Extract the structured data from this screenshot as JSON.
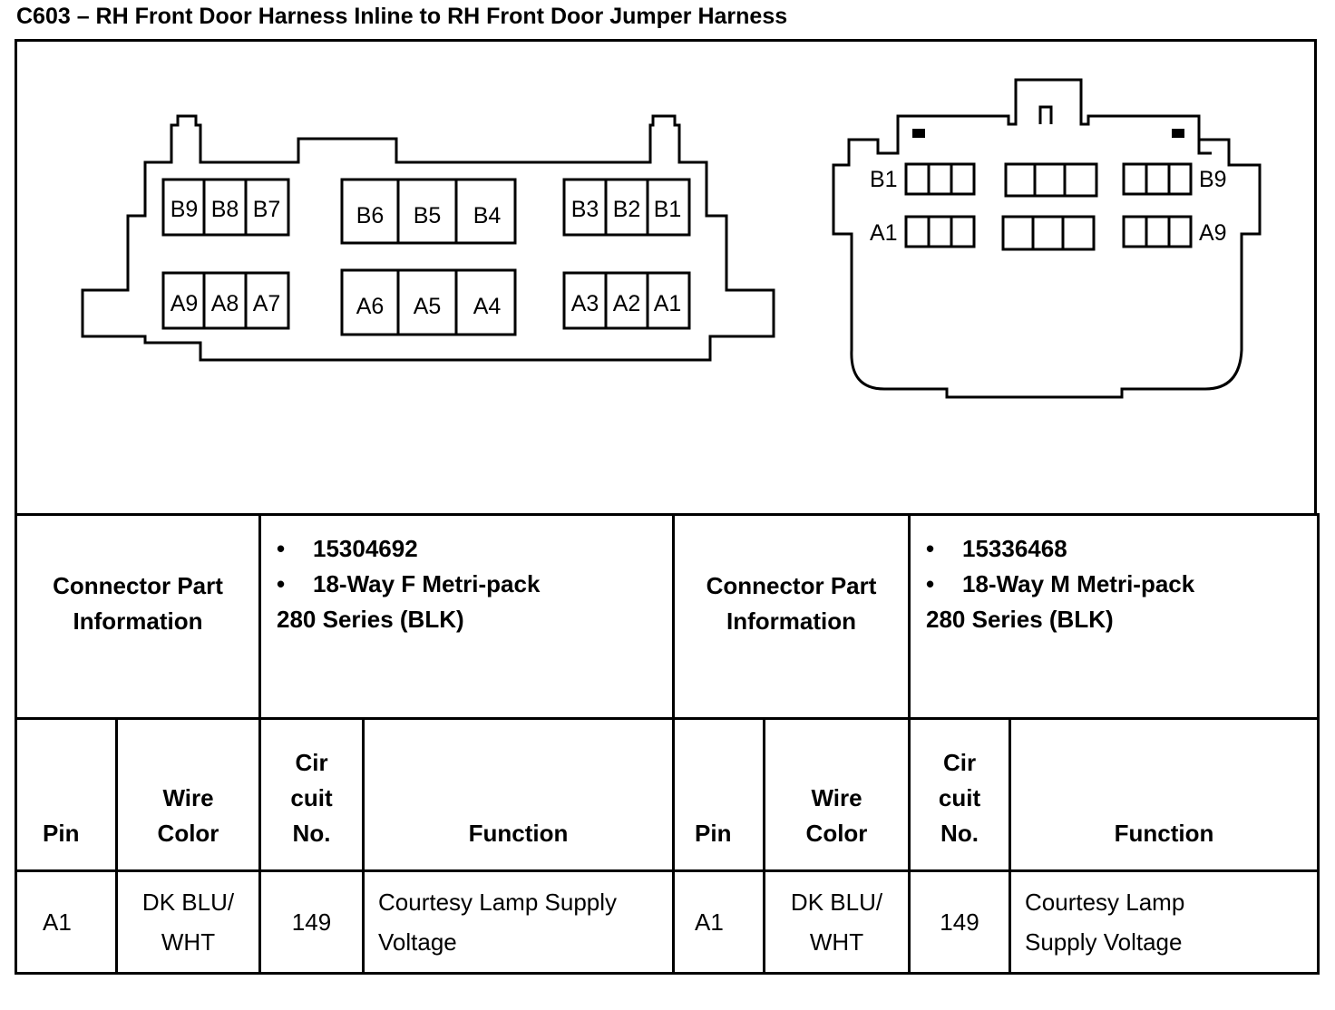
{
  "title": "C603 – RH Front Door Harness Inline to RH Front Door Jumper Harness",
  "female_connector": {
    "rows": [
      [
        "B9",
        "B8",
        "B7",
        "B6",
        "B5",
        "B4",
        "B3",
        "B2",
        "B1"
      ],
      [
        "A9",
        "A8",
        "A7",
        "A6",
        "A5",
        "A4",
        "A3",
        "A2",
        "A1"
      ]
    ]
  },
  "male_connector": {
    "labels": {
      "top_left": "B1",
      "top_right": "B9",
      "bottom_left": "A1",
      "bottom_right": "A9"
    }
  },
  "connector_info": {
    "left": {
      "label": "Connector Part Information",
      "bullets": [
        "15304692",
        "18-Way F Metri-pack"
      ],
      "extra": "280 Series (BLK)"
    },
    "right": {
      "label": "Connector Part Information",
      "bullets": [
        "15336468",
        "18-Way M Metri-pack"
      ],
      "extra": "280 Series (BLK)"
    }
  },
  "pin_table": {
    "headers": [
      "Pin",
      "Wire Color",
      "Cir cuit No.",
      "Function"
    ],
    "left_rows": [
      {
        "pin": "A1",
        "wire_color": "DK BLU/ WHT",
        "circuit": "149",
        "function": "Courtesy Lamp Supply Voltage"
      }
    ],
    "right_rows": [
      {
        "pin": "A1",
        "wire_color": "DK BLU/ WHT",
        "circuit": "149",
        "function": "Courtesy Lamp Supply Voltage"
      }
    ]
  }
}
